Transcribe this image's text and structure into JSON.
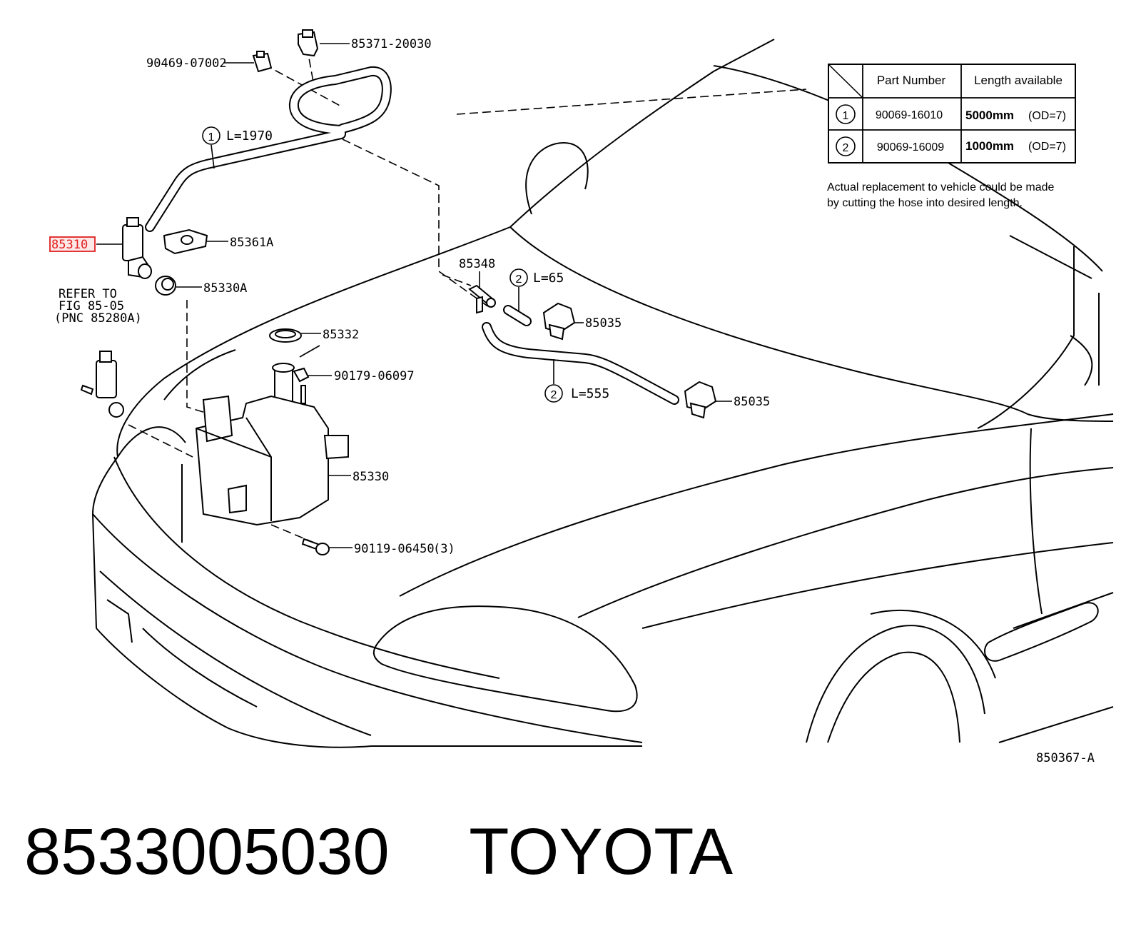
{
  "labels": {
    "p1": "85371-20030",
    "p2": "90469-07002",
    "p3": "85310",
    "p4": "85361A",
    "p5": "85330A",
    "p6": "85332",
    "p7": "90179-06097",
    "p8": "85330",
    "p9": "90119-06450",
    "p9_qty": "(3)",
    "p10": "85348",
    "p11": "85035",
    "p12": "85035",
    "ref1": "REFER TO",
    "ref2": "FIG 85-05",
    "ref3": "(PNC 85280A)",
    "hose1_num": "1",
    "hose1_len": "L=1970",
    "hose2a_num": "2",
    "hose2a_len": "L=65",
    "hose2b_num": "2",
    "hose2b_len": "L=555",
    "figure_id": "850367-A"
  },
  "table": {
    "col_part": "Part Number",
    "col_length": "Length available",
    "rows": [
      {
        "num": "1",
        "part": "90069-16010",
        "length": "5000mm",
        "od": "(OD=7)"
      },
      {
        "num": "2",
        "part": "90069-16009",
        "length": "1000mm",
        "od": "(OD=7)"
      }
    ],
    "note_line1": "Actual replacement to vehicle could be made",
    "note_line2": "by cutting the hose into desired length."
  },
  "highlight_color": "#e02020",
  "footer": {
    "part_number": "8533005030",
    "brand": "TOYOTA"
  }
}
